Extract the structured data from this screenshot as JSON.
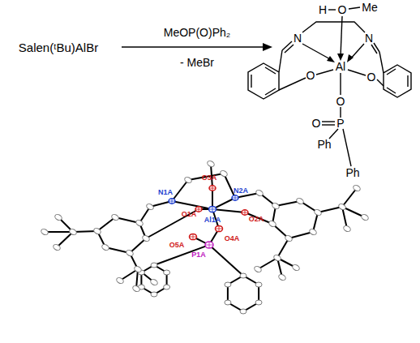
{
  "diagram": {
    "labels": [
      "Salen(ᵗBu)AlBr",
      "MeOP(O)Ph₂",
      "- MeBr",
      "H",
      "O",
      "Me",
      "N",
      "N",
      "Al",
      "O",
      "O",
      "O",
      "O",
      "P",
      "Ph",
      "Ph",
      "N1A",
      "O3A",
      "N2A",
      "O1A",
      "Al1A",
      "O2A",
      "O5A",
      "P1A",
      "O4A"
    ]
  }
}
